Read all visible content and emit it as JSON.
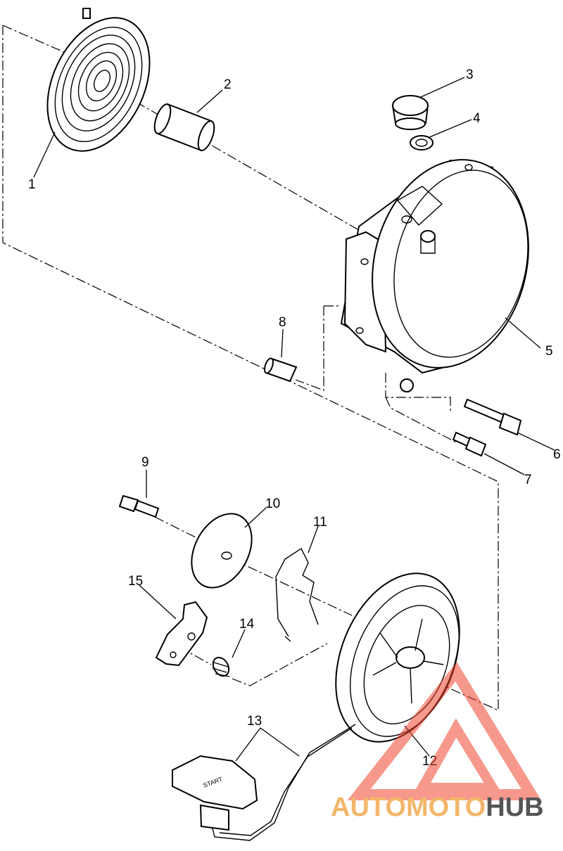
{
  "callouts": [
    {
      "id": "1",
      "label": "1"
    },
    {
      "id": "2",
      "label": "2"
    },
    {
      "id": "3",
      "label": "3"
    },
    {
      "id": "4",
      "label": "4"
    },
    {
      "id": "5",
      "label": "5"
    },
    {
      "id": "6",
      "label": "6"
    },
    {
      "id": "7",
      "label": "7"
    },
    {
      "id": "8",
      "label": "8"
    },
    {
      "id": "9",
      "label": "9"
    },
    {
      "id": "10",
      "label": "10"
    },
    {
      "id": "11",
      "label": "11"
    },
    {
      "id": "12",
      "label": "12"
    },
    {
      "id": "13",
      "label": "13"
    },
    {
      "id": "14",
      "label": "14"
    },
    {
      "id": "15",
      "label": "15"
    }
  ],
  "handle_text": "START",
  "watermark": {
    "part1": "AUTOMOTO",
    "part2": "HUB",
    "color1": "#f3b66a",
    "color2": "#555555",
    "logo_color": "#f0462f"
  }
}
